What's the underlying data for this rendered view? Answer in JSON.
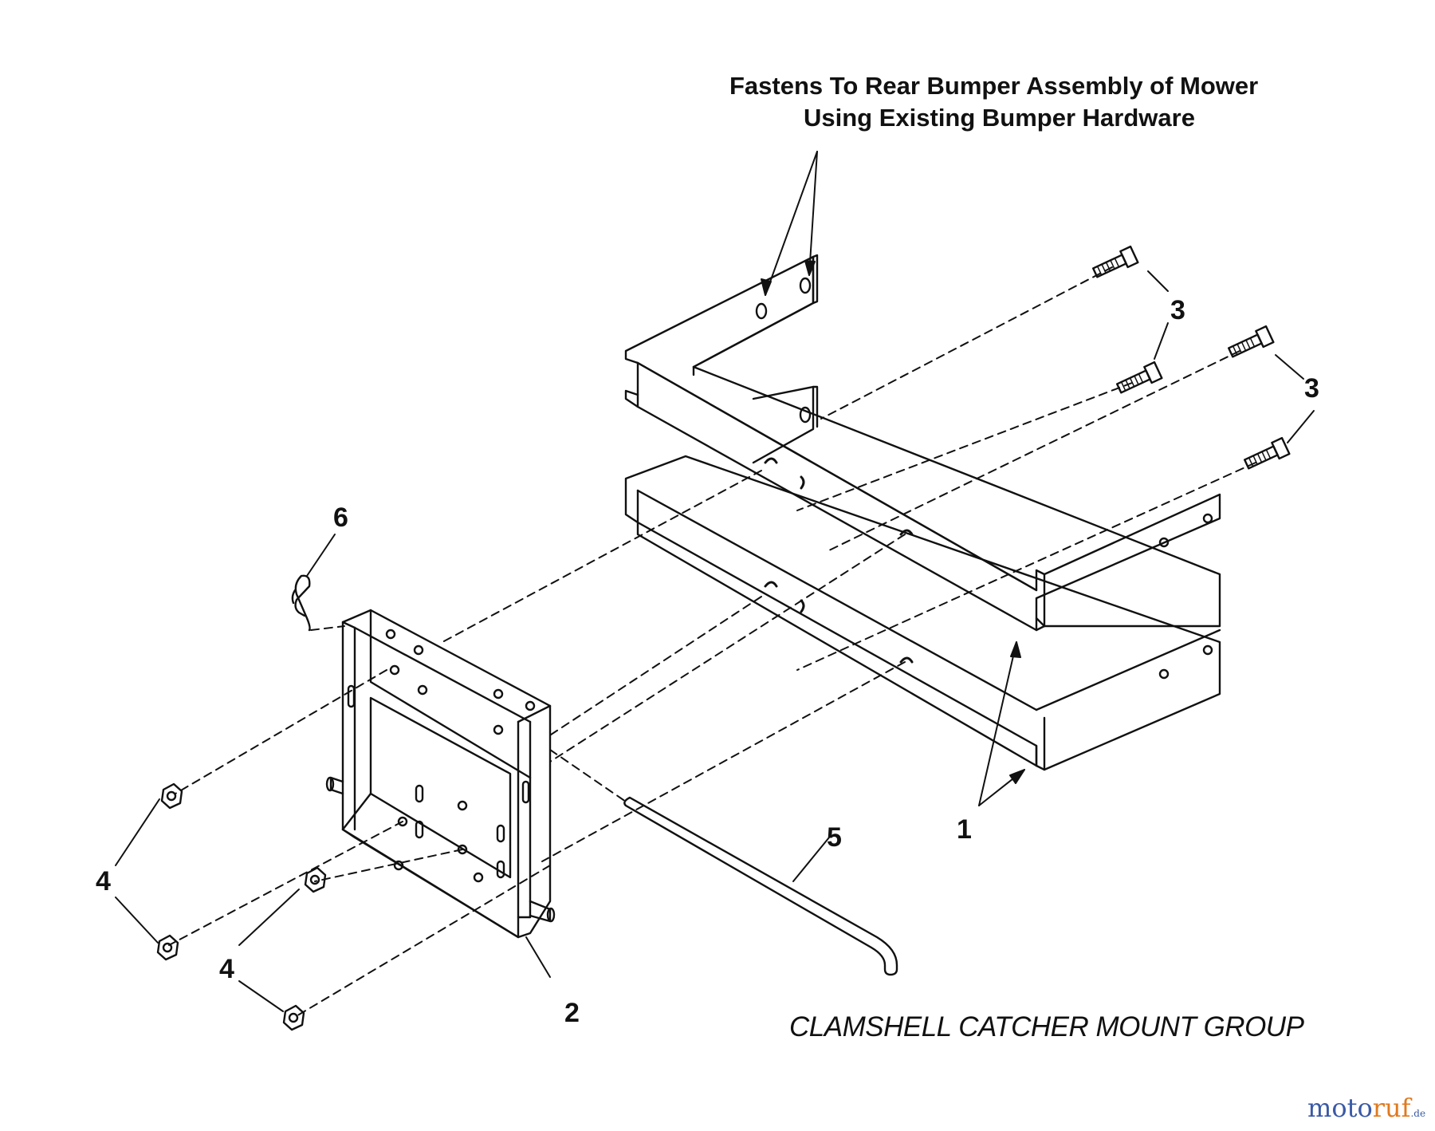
{
  "note": {
    "line1": "Fastens To Rear Bumper Assembly of Mower",
    "line2": "Using Existing Bumper Hardware"
  },
  "callouts": {
    "bracket": "1",
    "mount_plate": "2",
    "bolt_upper": "3",
    "bolt_lower": "3",
    "nut_left": "4",
    "nut_lower": "4",
    "rod": "5",
    "pin": "6"
  },
  "caption": "CLAMSHELL CATCHER MOUNT GROUP",
  "watermark": {
    "part1": "moto",
    "part2": "ruf",
    "part3": ".de"
  },
  "colors": {
    "ink": "#111111",
    "watermark_blue": "#3a5aa6",
    "watermark_orange": "#e07a1f"
  }
}
